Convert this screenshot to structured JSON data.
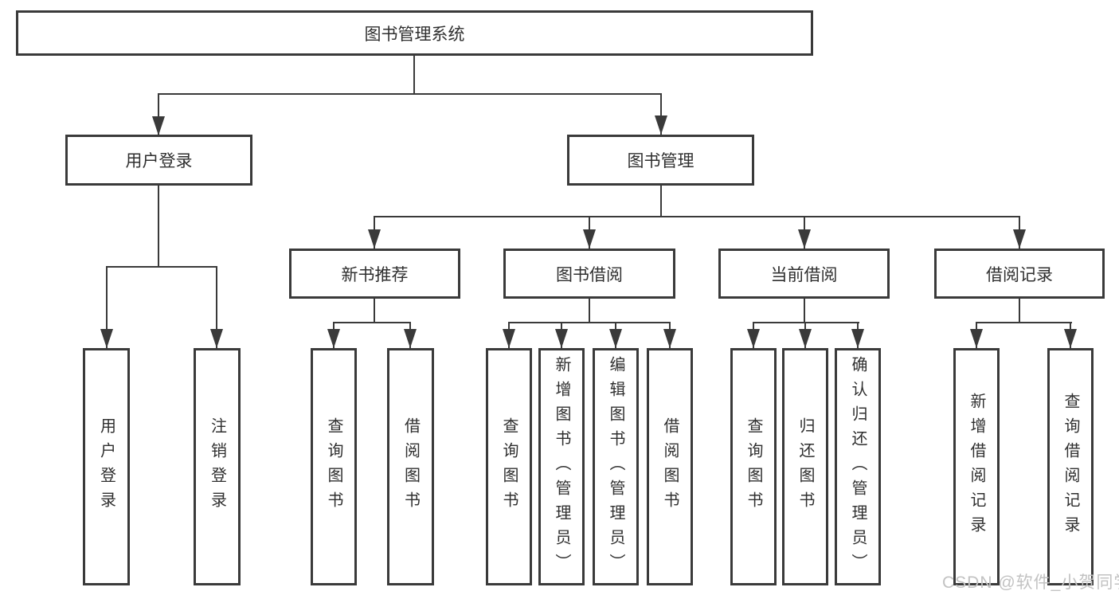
{
  "diagram_type": "hierarchy-tree",
  "colors": {
    "line": "#3a3a3a",
    "box_border": "#3a3a3a",
    "box_background": "#ffffff",
    "text": "#2f2f2f",
    "watermark": "#c2c2c2",
    "background": "#ffffff"
  },
  "root": {
    "label": "图书管理系统"
  },
  "level1": [
    {
      "label": "用户登录"
    },
    {
      "label": "图书管理"
    }
  ],
  "level2": [
    {
      "label": "新书推荐"
    },
    {
      "label": "图书借阅"
    },
    {
      "label": "当前借阅"
    },
    {
      "label": "借阅记录"
    }
  ],
  "leaves": {
    "user_login": [
      "用户登录",
      "注销登录"
    ],
    "new_book_rec": [
      "查询图书",
      "借阅图书"
    ],
    "book_borrow": [
      "查询图书",
      "新增图书（管理员）",
      "编辑图书（管理员）",
      "借阅图书"
    ],
    "current_borrow": [
      "查询图书",
      "归还图书",
      "确认归还（管理员）"
    ],
    "borrow_records": [
      "新增借阅记录",
      "查询借阅记录"
    ]
  },
  "hierarchy": {
    "图书管理系统": [
      "用户登录",
      "图书管理"
    ],
    "用户登录": [
      "用户登录",
      "注销登录"
    ],
    "图书管理": [
      "新书推荐",
      "图书借阅",
      "当前借阅",
      "借阅记录"
    ],
    "新书推荐": [
      "查询图书",
      "借阅图书"
    ],
    "图书借阅": [
      "查询图书",
      "新增图书（管理员）",
      "编辑图书（管理员）",
      "借阅图书"
    ],
    "当前借阅": [
      "查询图书",
      "归还图书",
      "确认归还（管理员）"
    ],
    "借阅记录": [
      "新增借阅记录",
      "查询借阅记录"
    ]
  },
  "watermark": {
    "text": "CSDN @软件_小贺同学"
  }
}
